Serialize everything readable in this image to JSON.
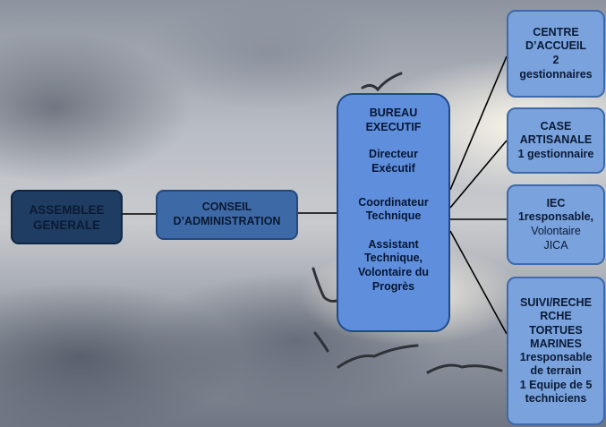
{
  "assemblee": {
    "line1": "ASSEMBLEE",
    "line2": "GENERALE"
  },
  "conseil": {
    "line1": "CONSEIL",
    "line2": "D’ADMINISTRATION"
  },
  "bureau": {
    "title1": "BUREAU",
    "title2": "EXECUTIF",
    "d1": "Directeur",
    "d2": "Exécutif",
    "c1": "Coordinateur",
    "c2": "Technique",
    "a1": "Assistant",
    "a2": "Technique,",
    "a3": "Volontaire du",
    "a4": "Progrès"
  },
  "centre": {
    "l1": "CENTRE",
    "l2": "D’ACCUEIL",
    "l3": "2",
    "l4": "gestionnaires"
  },
  "case": {
    "l1": "CASE",
    "l2": "ARTISANALE",
    "l3": "1 gestionnaire"
  },
  "iec": {
    "l1": "IEC",
    "l2": "1responsable,",
    "l3": "Volontaire",
    "l4": "JICA"
  },
  "suivi": {
    "l1": "SUIVI/RECHE",
    "l2": "RCHE",
    "l3": "TORTUES",
    "l4": "MARINES",
    "l5": "1responsable",
    "l6": "de terrain",
    "l7": "1 Equipe de 5",
    "l8": "techniciens"
  }
}
